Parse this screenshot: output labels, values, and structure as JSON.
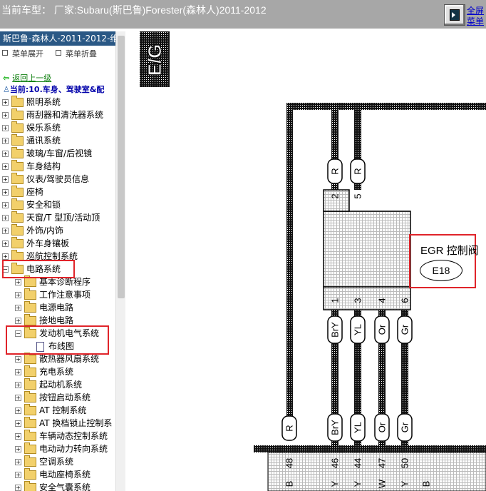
{
  "header": {
    "vehicle_info": "当前车型： 厂家:Subaru(斯巴鲁)Forester(森林人)2011-2012",
    "fullscreen_line1": "全屏",
    "fullscreen_line2": "菜单"
  },
  "sidebar": {
    "title": "斯巴鲁-森林人-2011-2012-维",
    "expand_label": "菜单展开",
    "collapse_label": "菜单折叠",
    "back_label": "返回上一级",
    "current_label": "当前:10.车身、驾驶室&配",
    "items": [
      {
        "label": "照明系统",
        "level": 0,
        "expanded": false
      },
      {
        "label": "雨刮器和清洗器系统",
        "level": 0,
        "expanded": false
      },
      {
        "label": "娱乐系统",
        "level": 0,
        "expanded": false
      },
      {
        "label": "通讯系统",
        "level": 0,
        "expanded": false
      },
      {
        "label": "玻璃/车窗/后视镜",
        "level": 0,
        "expanded": false
      },
      {
        "label": "车身结构",
        "level": 0,
        "expanded": false
      },
      {
        "label": "仪表/驾驶员信息",
        "level": 0,
        "expanded": false
      },
      {
        "label": "座椅",
        "level": 0,
        "expanded": false
      },
      {
        "label": "安全和锁",
        "level": 0,
        "expanded": false
      },
      {
        "label": "天窗/T 型顶/活动顶",
        "level": 0,
        "expanded": false
      },
      {
        "label": "外饰/内饰",
        "level": 0,
        "expanded": false
      },
      {
        "label": "外车身镶板",
        "level": 0,
        "expanded": false
      },
      {
        "label": "巡航控制系统",
        "level": 0,
        "expanded": false
      },
      {
        "label": "电路系统",
        "level": 0,
        "expanded": true,
        "highlighted": true
      },
      {
        "label": "基本诊断程序",
        "level": 1,
        "expanded": false
      },
      {
        "label": "工作注意事项",
        "level": 1,
        "expanded": false
      },
      {
        "label": "电源电路",
        "level": 1,
        "expanded": false
      },
      {
        "label": "接地电路",
        "level": 1,
        "expanded": false
      },
      {
        "label": "发动机电气系统",
        "level": 1,
        "expanded": true,
        "highlighted": true
      },
      {
        "label": "布线图",
        "level": 2,
        "document": true,
        "highlighted": true
      },
      {
        "label": "散热器风扇系统",
        "level": 1,
        "expanded": false
      },
      {
        "label": "充电系统",
        "level": 1,
        "expanded": false
      },
      {
        "label": "起动机系统",
        "level": 1,
        "expanded": false
      },
      {
        "label": "按钮启动系统",
        "level": 1,
        "expanded": false
      },
      {
        "label": "AT 控制系统",
        "level": 1,
        "expanded": false
      },
      {
        "label": "AT 换档锁止控制系",
        "level": 1,
        "expanded": false
      },
      {
        "label": "车辆动态控制系统",
        "level": 1,
        "expanded": false
      },
      {
        "label": "电动动力转向系统",
        "level": 1,
        "expanded": false
      },
      {
        "label": "空调系统",
        "level": 1,
        "expanded": false
      },
      {
        "label": "电动座椅系统",
        "level": 1,
        "expanded": false
      },
      {
        "label": "安全气囊系统",
        "level": 1,
        "expanded": false
      }
    ]
  },
  "diagram": {
    "banner_text": "E/G",
    "component_name": "EGR 控制阀",
    "component_code": "E18",
    "top_wires": [
      {
        "color": "R",
        "pin": "2"
      },
      {
        "color": "R",
        "pin": "5"
      }
    ],
    "bottom_wires": [
      {
        "pin": "1",
        "color": "BrY",
        "term": "46"
      },
      {
        "pin": "3",
        "color": "YL",
        "term": "44"
      },
      {
        "pin": "4",
        "color": "Or",
        "term": "47"
      },
      {
        "pin": "6",
        "color": "Gr",
        "term": "50"
      }
    ],
    "left_wire": {
      "color": "R",
      "term": "48"
    },
    "bottom_edge_labels": [
      "B",
      "Y",
      "Y",
      "W",
      "Y",
      "B"
    ]
  },
  "colors": {
    "header_bg": "#a7a7a7",
    "sidebar_title_bg": "#2a5885",
    "highlight": "#e0242a",
    "link": "#0000cc",
    "back_link": "#108010"
  }
}
